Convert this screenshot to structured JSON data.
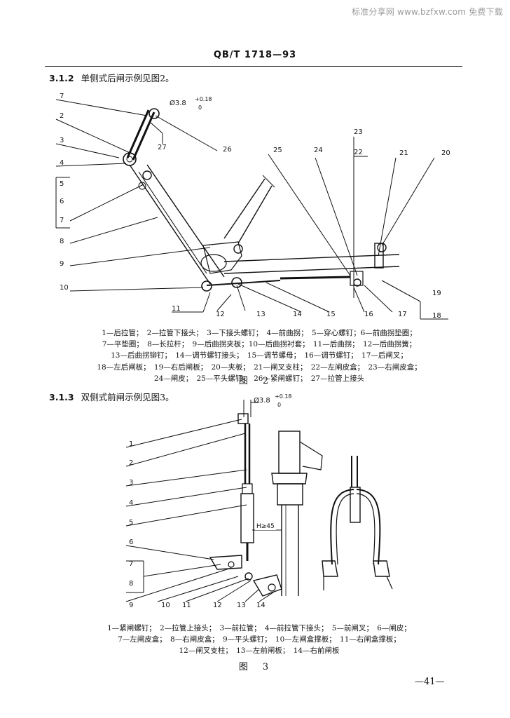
{
  "watermark": "标准分享网 www.bzfxw.com 免费下载",
  "header": {
    "standard_code": "QB/T 1718—93"
  },
  "section_312": {
    "number": "3.1.2",
    "text": "单侧式后闸示例见图2。"
  },
  "figure2": {
    "tolerance": {
      "symbol": "Ø3.8",
      "upper": "+0.18",
      "lower": "0"
    },
    "callouts_left": [
      "7",
      "2",
      "3",
      "4",
      "5",
      "6",
      "7",
      "8",
      "9",
      "10",
      "11",
      "12",
      "13",
      "14",
      "15",
      "16",
      "17"
    ],
    "callouts_top": [
      "27",
      "26",
      "25",
      "24",
      "23",
      "22",
      "21",
      "20"
    ],
    "callouts_right": [
      "19",
      "18"
    ],
    "legend": [
      "1—后拉管；　2—拉管下接头；　3—下接头螺钉；　4—前曲拐；　5—穿心螺钉；6—前曲拐垫圈；",
      "7—平垫圈；　8—长拉杆；　9—后曲拐夹板；10—后曲拐衬套；　11—后曲拐；　12—后曲拐簧；",
      "13—后曲拐铆钉；　14—调节螺钉接头；　15—调节螺母；　16—调节螺钉；　17—后闸叉；",
      "18—左后闸板；　19—右后闸板；　20—夹板；　21—闸叉支柱；　22—左闸皮盒；　23—右闸皮盒；",
      "24—闸皮；　25—平头螺钉；　26—紧闸螺钉；　27—拉管上接头"
    ],
    "caption": "图　2"
  },
  "section_313": {
    "number": "3.1.3",
    "text": "双侧式前闸示例见图3。"
  },
  "figure3": {
    "tolerance": {
      "symbol": "Ø3.8",
      "upper": "+0.18",
      "lower": "0"
    },
    "dimension": "H≥45",
    "callouts_left": [
      "1",
      "2",
      "3",
      "4",
      "5",
      "6",
      "7",
      "8",
      "9"
    ],
    "callouts_bottom": [
      "10",
      "11",
      "12",
      "13",
      "14"
    ],
    "legend": [
      "1—紧闸螺钉；　2—拉管上接头；　3—前拉管；　4—前拉管下接头；　5—前闸叉；　6—闸皮；",
      "7—左闸皮盒；　8—右闸皮盒；　9—平头螺钉；　10—左闸盒撑板；　11—右闸盒撑板；",
      "12—闸叉支柱；　13—左前闸板；　14—右前闸板"
    ],
    "caption": "图　3"
  },
  "page_number": "—41—"
}
